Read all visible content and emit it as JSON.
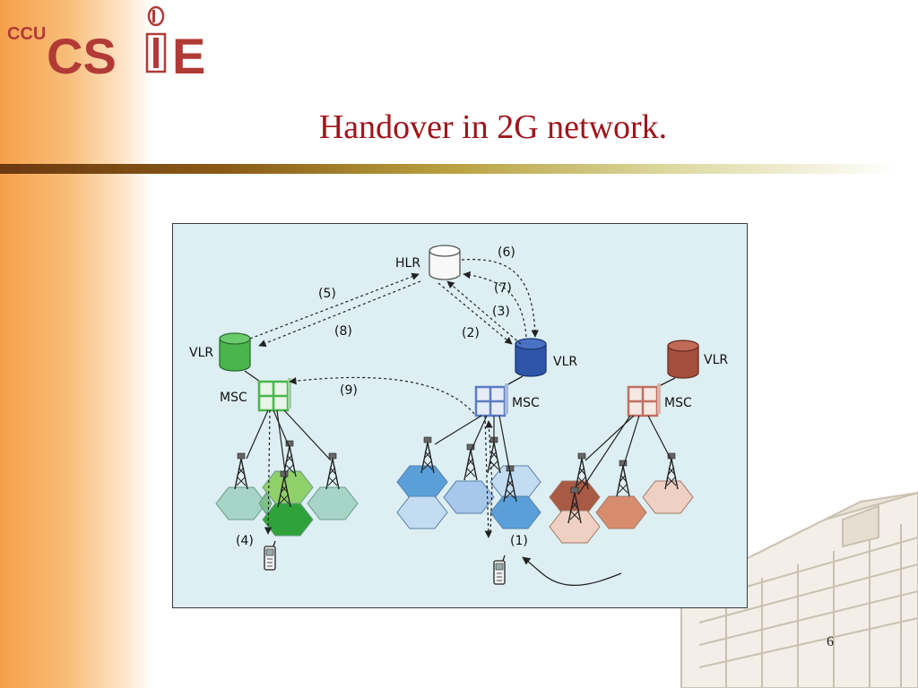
{
  "logo": {
    "small": "CCU",
    "big_left": "CS",
    "big_right": "E"
  },
  "slide": {
    "title": "Handover in 2G network.",
    "page_number": "6"
  },
  "diagram": {
    "nodes": {
      "hlr": "HLR",
      "vlr_left": "VLR",
      "msc_left": "MSC",
      "vlr_center": "VLR",
      "msc_center": "MSC",
      "vlr_right": "VLR",
      "msc_right": "MSC"
    },
    "steps": {
      "s1": "(1)",
      "s2": "(2)",
      "s3": "(3)",
      "s4": "(4)",
      "s5": "(5)",
      "s6": "(6)",
      "s7": "(7)",
      "s8": "(8)",
      "s9": "(9)"
    },
    "colors": {
      "left_vlr": "#4ab54d",
      "center_vlr": "#2e55a8",
      "right_vlr": "#a44e3e",
      "left_cells": "#8fd06a",
      "center_cells": "#5a9fd8",
      "right_cells": "#d88c6e"
    }
  }
}
